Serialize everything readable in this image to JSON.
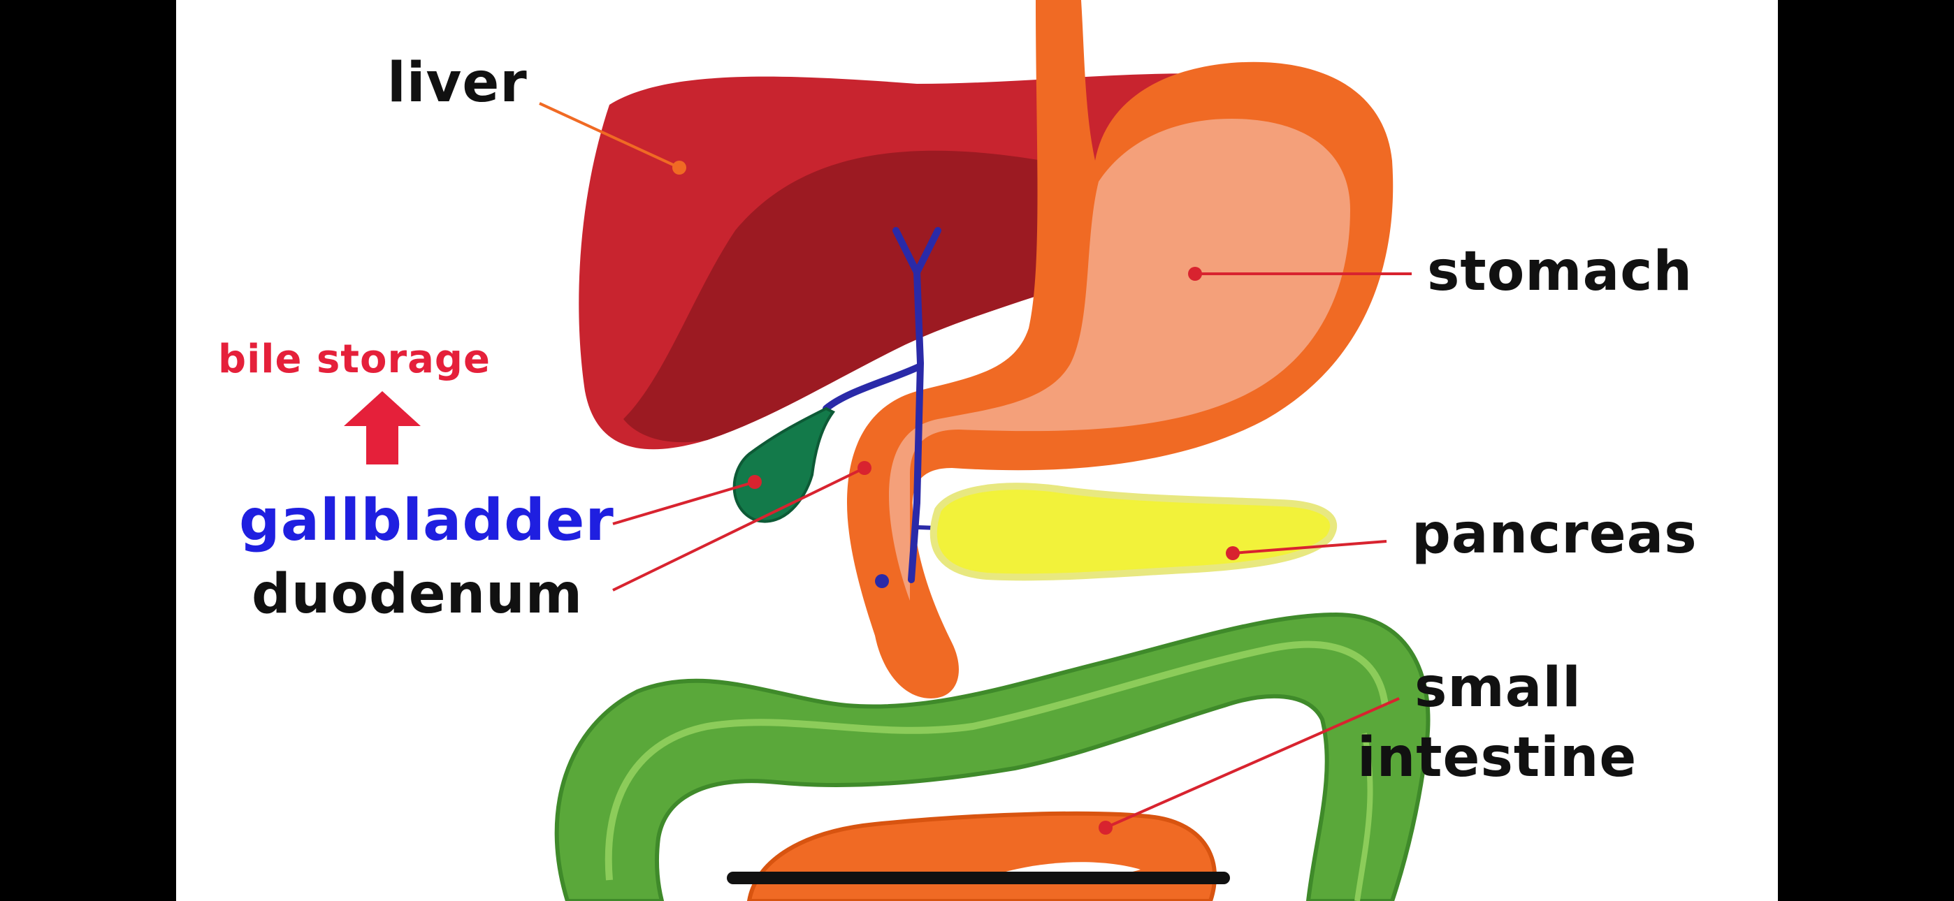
{
  "labels": {
    "liver": "liver",
    "stomach": "stomach",
    "bile_storage": "bile storage",
    "gallbladder": "gallbladder",
    "duodenum": "duodenum",
    "pancreas": "pancreas",
    "small_intestine_line1": "small",
    "small_intestine_line2": "intestine"
  },
  "colors": {
    "liver_light": "#c8242f",
    "liver_dark": "#9c1a22",
    "stomach_outer": "#f06a24",
    "stomach_inner": "#f4a07a",
    "bile_duct": "#2a2aa8",
    "gallbladder": "#137a4a",
    "pancreas": "#f2f23a",
    "intestine": "#5aa83a",
    "leader_red": "#d8232f",
    "label_blue": "#1f1fe0",
    "note_red": "#e5203a"
  }
}
